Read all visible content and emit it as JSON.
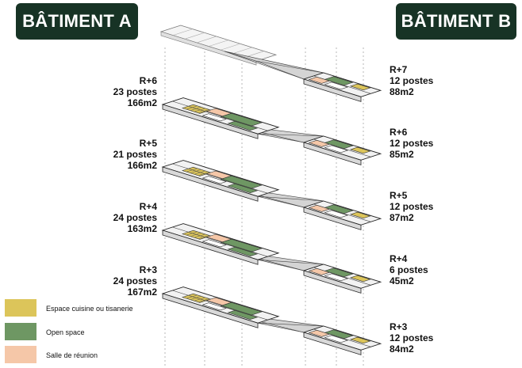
{
  "buildings": {
    "a": {
      "title": "BÂTIMENT A"
    },
    "b": {
      "title": "BÂTIMENT B"
    }
  },
  "floors_a": [
    {
      "level": "R+6",
      "postes": "23 postes",
      "area": "166m2"
    },
    {
      "level": "R+5",
      "postes": "21 postes",
      "area": "166m2"
    },
    {
      "level": "R+4",
      "postes": "24 postes",
      "area": "163m2"
    },
    {
      "level": "R+3",
      "postes": "24 postes",
      "area": "167m2"
    }
  ],
  "floors_b": [
    {
      "level": "R+7",
      "postes": "12 postes",
      "area": "88m2"
    },
    {
      "level": "R+6",
      "postes": "12 postes",
      "area": "85m2"
    },
    {
      "level": "R+5",
      "postes": "12 postes",
      "area": "87m2"
    },
    {
      "level": "R+4",
      "postes": "6 postes",
      "area": "45m2"
    },
    {
      "level": "R+3",
      "postes": "12 postes",
      "area": "84m2"
    }
  ],
  "legend": [
    {
      "label": "Espace cuisine ou tisanerie",
      "color": "#dcc55a"
    },
    {
      "label": "Open space",
      "color": "#6e9763"
    },
    {
      "label": "Salle de réunion",
      "color": "#f5c7a8"
    }
  ],
  "colors": {
    "badge_bg": "#173325",
    "kitchen": "#dcc55a",
    "openspace": "#6e9763",
    "meeting": "#f5c7a8"
  }
}
